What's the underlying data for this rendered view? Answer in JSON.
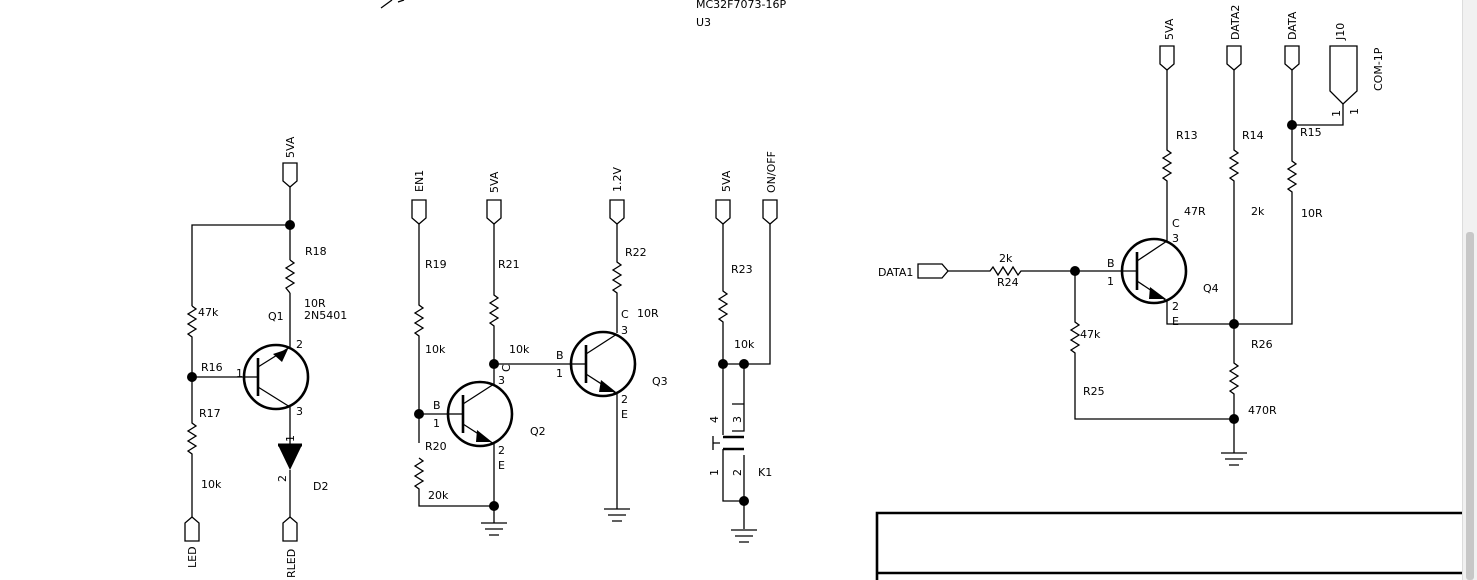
{
  "header": {
    "part_number": "MC32F7073-16P",
    "ref": "U3"
  },
  "nets": {
    "vcc": "5VA",
    "v12": "1.2V",
    "en1": "EN1",
    "onoff": "ON/OFF",
    "data": "DATA",
    "data1": "DATA1",
    "data2": "DATA2",
    "led": "LED",
    "rled": "RLED"
  },
  "components": {
    "r13": {
      "ref": "R13",
      "value": "47R"
    },
    "r14": {
      "ref": "R14",
      "value": "2k"
    },
    "r15": {
      "ref": "R15",
      "value": "10R"
    },
    "r16": {
      "ref": "R16",
      "value": "47k"
    },
    "r17": {
      "ref": "R17",
      "value": "10k"
    },
    "r18": {
      "ref": "R18",
      "value": "10R"
    },
    "r19": {
      "ref": "R19",
      "value": "10k"
    },
    "r20": {
      "ref": "R20",
      "value": "20k"
    },
    "r21": {
      "ref": "R21",
      "value": "10k"
    },
    "r22": {
      "ref": "R22",
      "value": "10R"
    },
    "r23": {
      "ref": "R23",
      "value": "10k"
    },
    "r24": {
      "ref": "R24",
      "value": "2k"
    },
    "r25": {
      "ref": "R25",
      "value": "47k"
    },
    "r26": {
      "ref": "R26",
      "value": "470R"
    },
    "q1": {
      "ref": "Q1",
      "part": "2N5401"
    },
    "q2": {
      "ref": "Q2"
    },
    "q3": {
      "ref": "Q3"
    },
    "q4": {
      "ref": "Q4"
    },
    "d2": {
      "ref": "D2"
    },
    "k1": {
      "ref": "K1"
    },
    "j10": {
      "ref": "J10",
      "part": "COM-1P"
    }
  },
  "pins": {
    "b": "B",
    "c": "C",
    "e": "E",
    "n1": "1",
    "n2": "2",
    "n3": "3",
    "n4": "4"
  }
}
